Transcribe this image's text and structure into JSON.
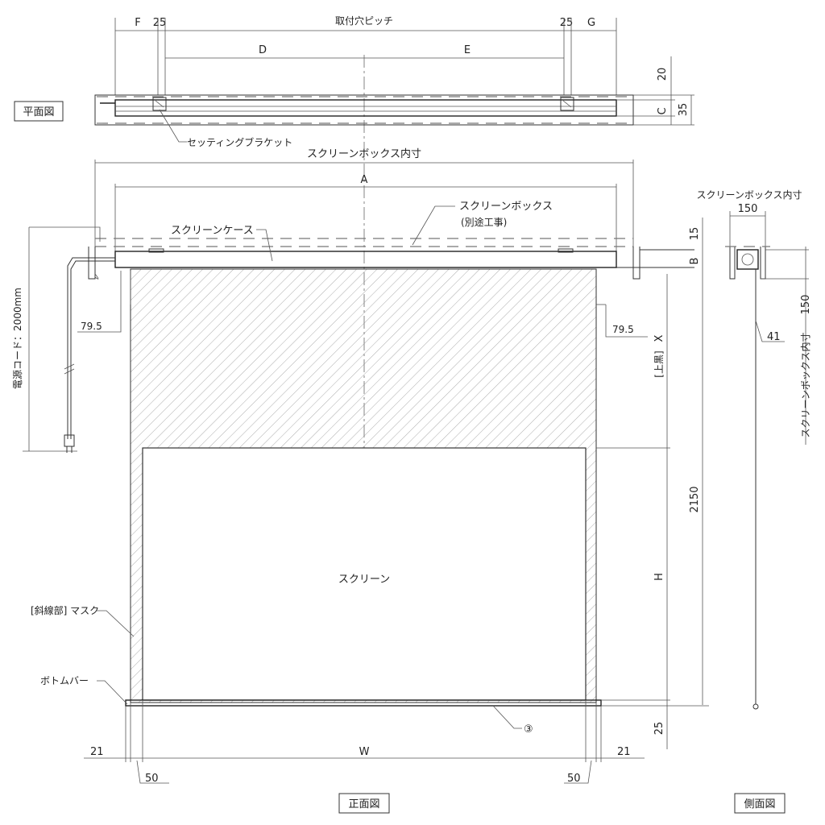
{
  "plan": {
    "title": "平面図",
    "mount_hole_pitch": "取付穴ピッチ",
    "dim_f": "F",
    "dim_g": "G",
    "dim_25_left": "25",
    "dim_25_right": "25",
    "dim_d": "D",
    "dim_e": "E",
    "dim_20": "20",
    "dim_c": "C",
    "dim_35": "35",
    "bracket_label": "セッティングブラケット"
  },
  "front": {
    "title": "正面図",
    "screen_box_inner": "スクリーンボックス内寸",
    "dim_a": "A",
    "screen_box": "スクリーンボックス",
    "separate_work": "(別途工事)",
    "screen_case": "スクリーンケース",
    "dim_15": "15",
    "dim_b": "B",
    "dim_79_5_left": "79.5",
    "dim_79_5_right": "79.5",
    "top_black": "[上黒]",
    "dim_x": "X",
    "dim_2150": "2150",
    "dim_h": "H",
    "screen_label": "スクリーン",
    "mask_label": "[斜線部] マスク",
    "bottom_bar": "ボトムバー",
    "marker_3": "③",
    "dim_25": "25",
    "dim_21_left": "21",
    "dim_w": "W",
    "dim_21_right": "21",
    "dim_50_left": "50",
    "dim_50_right": "50",
    "power_cord": "電源コード：2000mm"
  },
  "side": {
    "title": "側面図",
    "screen_box_inner": "スクリーンボックス内寸",
    "dim_150_top": "150",
    "vertical_label": "スクリーンボックス内寸",
    "dim_150_vertical": "150",
    "dim_41": "41"
  }
}
